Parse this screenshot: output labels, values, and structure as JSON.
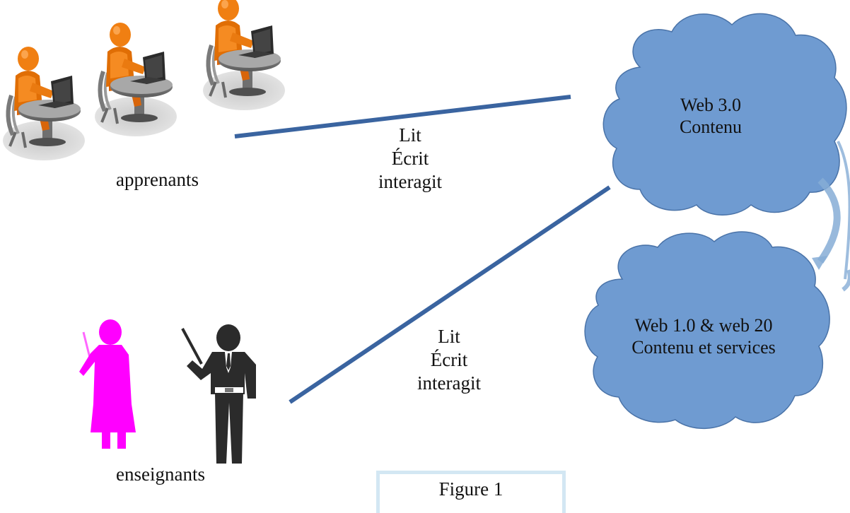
{
  "learners": {
    "label": "apprenants"
  },
  "teachers": {
    "label": "enseignants"
  },
  "link_top": {
    "line1": "Lit",
    "line2": "Écrit",
    "line3": "interagit"
  },
  "link_bottom": {
    "line1": "Lit",
    "line2": "Écrit",
    "line3": "interagit"
  },
  "cloud_top": {
    "line1": "Web 3.0",
    "line2": "Contenu"
  },
  "cloud_bottom": {
    "line1": "Web 1.0 & web 20",
    "line2": "Contenu et services"
  },
  "caption": "Figure 1",
  "colors": {
    "cloud_fill": "#6f9bd1",
    "cloud_stroke": "#4a73a8",
    "connector": "#3a64a0",
    "learner_orange": "#f07f12",
    "teacher_female": "#ff00ff",
    "teacher_male": "#2b2b2b",
    "caption_border": "#d3e7f3"
  }
}
